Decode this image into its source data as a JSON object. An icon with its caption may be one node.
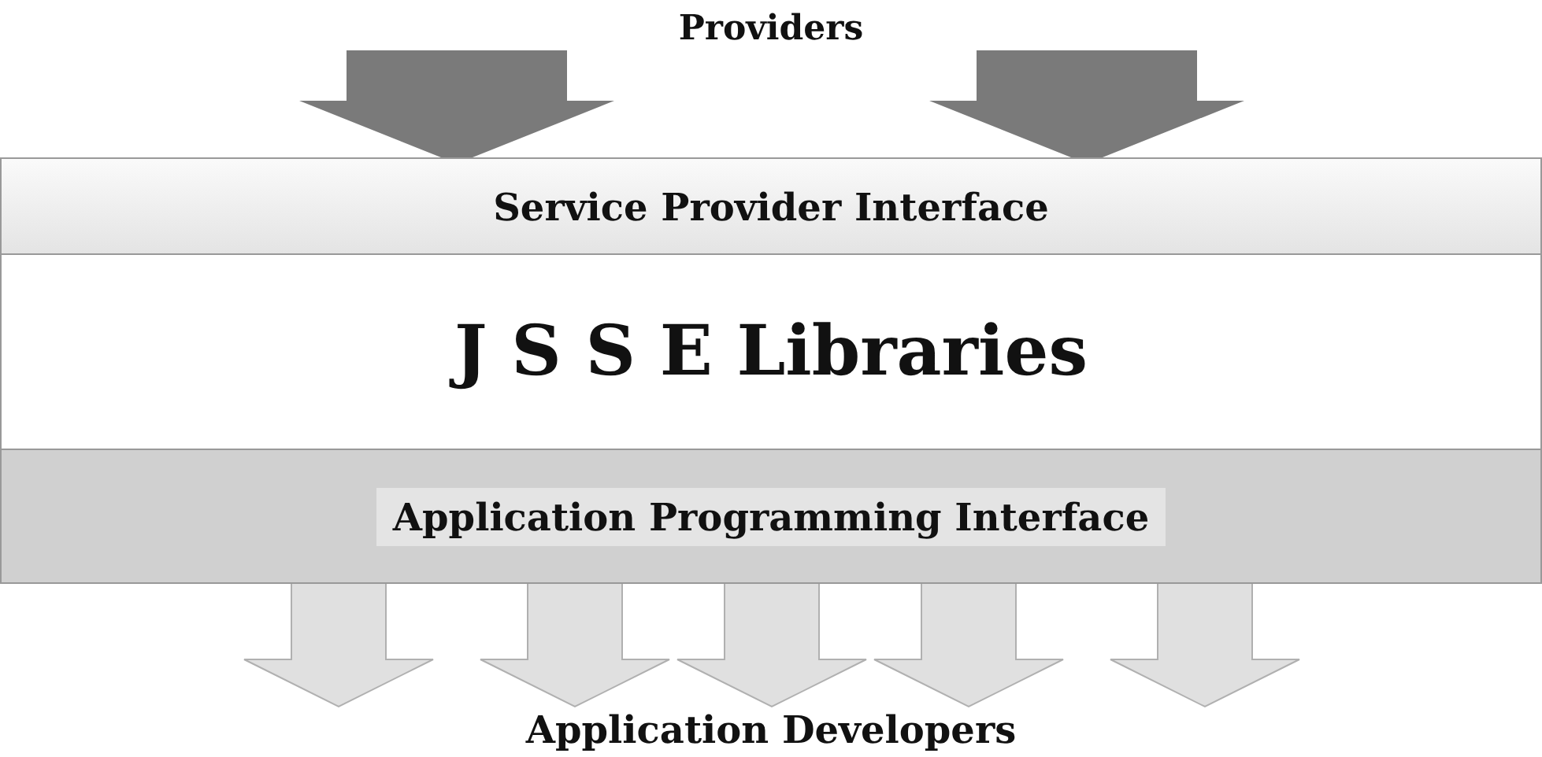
{
  "diagram": {
    "nodes": [
      {
        "text": [
          "Providers"
        ]
      },
      {
        "text": [
          "Service Provider Interface"
        ]
      },
      {
        "text": [
          "J S S E Libraries"
        ]
      },
      {
        "text": [
          "Application Programming Interface"
        ]
      },
      {
        "text": [
          "Application Developers"
        ]
      }
    ],
    "edges": [
      {
        "from": 0,
        "to": 1,
        "arrow": "to",
        "style": "thick",
        "color": "#7a7a7a"
      },
      {
        "from": 0,
        "to": 1,
        "arrow": "to",
        "style": "thick",
        "color": "#7a7a7a"
      },
      {
        "from": 3,
        "to": 4,
        "arrow": "to"
      },
      {
        "from": 3,
        "to": 4,
        "arrow": "to"
      },
      {
        "from": 3,
        "to": 4,
        "arrow": "to"
      },
      {
        "from": 3,
        "to": 4,
        "arrow": "to"
      },
      {
        "from": 3,
        "to": 4,
        "arrow": "to"
      }
    ]
  }
}
